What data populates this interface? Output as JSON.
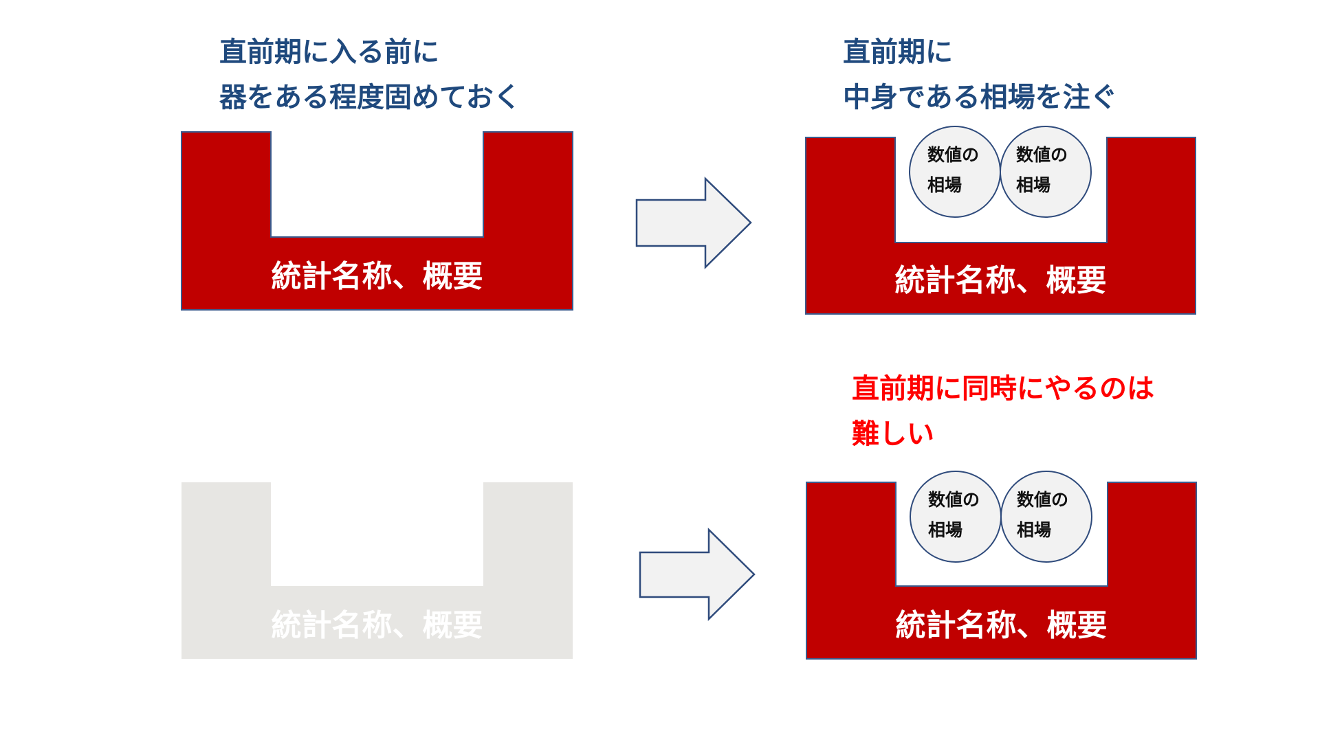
{
  "top_left": {
    "title_lines": [
      "直前期に入る前に",
      "器をある程度固めておく"
    ],
    "box_label": "統計名称、概要"
  },
  "top_right": {
    "title_lines": [
      "直前期に",
      "中身である相場を注ぐ"
    ],
    "box_label": "統計名称、概要",
    "circles": [
      {
        "line1": "数値の",
        "line2": "相場"
      },
      {
        "line1": "数値の",
        "line2": "相場"
      }
    ]
  },
  "bottom_left": {
    "box_label": "統計名称、概要"
  },
  "bottom_right": {
    "title_lines": [
      "直前期に同時にやるのは",
      "難しい"
    ],
    "box_label": "統計名称、概要",
    "circles": [
      {
        "line1": "数値の",
        "line2": "相場"
      },
      {
        "line1": "数値の",
        "line2": "相場"
      }
    ]
  },
  "colors": {
    "red": "#c00000",
    "grey": "#e7e6e3",
    "navy": "#1f497d",
    "warning": "#ff0000",
    "circle_fill": "#f2f2f2",
    "outline": "#2f4b7c"
  }
}
